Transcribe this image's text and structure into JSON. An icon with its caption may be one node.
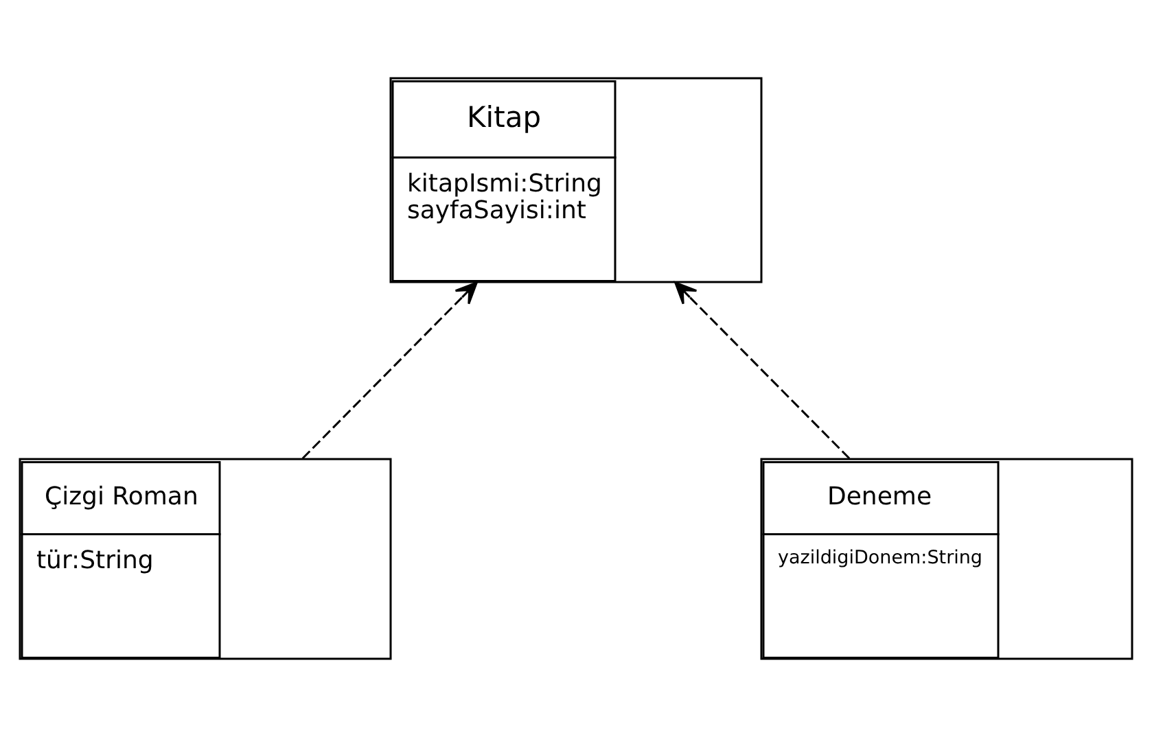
{
  "diagram": {
    "nodes": [
      {
        "text": [
          "Kitap",
          "kitapIsmi:String",
          "sayfaSayisi:int"
        ]
      },
      {
        "text": [
          "Çizgi Roman",
          "tür:String"
        ]
      },
      {
        "text": [
          "Deneme",
          "yazildigiDonem:String"
        ]
      }
    ],
    "edges": [
      {
        "from": 1,
        "to": 0,
        "arrow": "to",
        "style": "dashed"
      },
      {
        "from": 2,
        "to": 0,
        "arrow": "to",
        "style": "dashed"
      }
    ]
  }
}
